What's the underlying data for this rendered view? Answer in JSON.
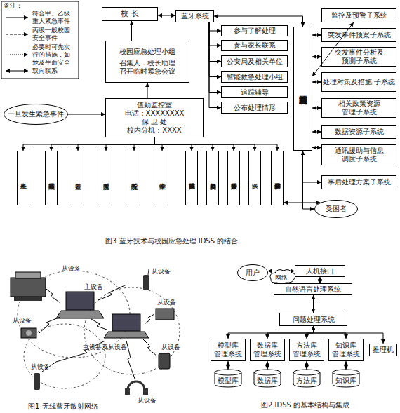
{
  "diagram": {
    "nodes": [
      {
        "text": [
          "校 长"
        ]
      },
      {
        "text": [
          "蓝牙系统"
        ]
      },
      {
        "text": [
          "参与了解处理"
        ]
      },
      {
        "text": [
          "参与家长联系"
        ]
      },
      {
        "text": [
          "公安局及相关单位"
        ]
      },
      {
        "text": [
          "智能救急处理小组"
        ]
      },
      {
        "text": [
          "追踪辅导"
        ]
      },
      {
        "text": [
          "公布处理情形"
        ]
      },
      {
        "text": [
          "校园应急处理小组",
          "召集人：校长助理 召开临时紧急会议"
        ]
      },
      {
        "text": [
          "校园应急智能决策支持系统"
        ]
      },
      {
        "text": [
          "监控及预警子系统"
        ]
      },
      {
        "text": [
          "突发事件预案子系统"
        ]
      },
      {
        "text": [
          "突发事件分析及 预测子系统"
        ]
      },
      {
        "text": [
          "处理对策及措施 子系统"
        ]
      },
      {
        "text": [
          "相关政策资源 管理子系统"
        ]
      },
      {
        "text": [
          "数据资源子系统"
        ]
      },
      {
        "text": [
          "通讯援助与信息 调度子系统"
        ]
      },
      {
        "text": [
          "事后处理方案子系统"
        ]
      },
      {
        "text": [
          "一旦发生紧急事件"
        ]
      },
      {
        "text": [
          "值勤监控室",
          "电话：XXXXXXXX",
          "保 卫 处",
          "校内分机：XXXX"
        ]
      },
      {
        "text": [
          "各班班长"
        ]
      },
      {
        "text": [
          "各院系辅导员"
        ]
      },
      {
        "text": [
          "各处室"
        ]
      },
      {
        "text": [
          "各院系主管"
        ]
      },
      {
        "text": [
          "各院系院长"
        ]
      },
      {
        "text": [
          "学生家长"
        ]
      },
      {
        "text": [
          "其他通报措施"
        ]
      },
      {
        "text": [
          "公安局及相关单位"
        ]
      },
      {
        "text": [
          "通报家长及教师"
        ]
      },
      {
        "text": [
          "送医"
        ]
      },
      {
        "text": [
          "参与了解协调处理"
        ]
      },
      {
        "text": [
          "受困者"
        ]
      },
      {
        "text": [
          "用户"
        ]
      },
      {
        "text": [
          "人机接口"
        ]
      },
      {
        "text": [
          "自然语言处理系统"
        ]
      },
      {
        "text": [
          "问题处理系统"
        ]
      },
      {
        "text": [
          "模型库 管理系统"
        ]
      },
      {
        "text": [
          "数据库 管理系统"
        ]
      },
      {
        "text": [
          "方法库 管理系统"
        ]
      },
      {
        "text": [
          "知识库 管理系统"
        ]
      },
      {
        "text": [
          "推理机"
        ]
      },
      {
        "text": [
          "模型库"
        ]
      },
      {
        "text": [
          "数据库"
        ]
      },
      {
        "text": [
          "方法库"
        ]
      },
      {
        "text": [
          "知识库"
        ]
      }
    ],
    "edges": [
      {
        "from": 18,
        "to": 19,
        "arrow": "to"
      },
      {
        "from": 19,
        "to": 8,
        "arrow": "to"
      },
      {
        "from": 8,
        "to": 0,
        "arrow": "to"
      },
      {
        "from": 0,
        "to": 1,
        "arrow": "both"
      },
      {
        "from": 1,
        "to": 2,
        "arrow": "to"
      },
      {
        "from": 1,
        "to": 3,
        "arrow": "to"
      },
      {
        "from": 1,
        "to": 4,
        "arrow": "to"
      },
      {
        "from": 1,
        "to": 5,
        "arrow": "to"
      },
      {
        "from": 1,
        "to": 6,
        "arrow": "to"
      },
      {
        "from": 1,
        "to": 7,
        "arrow": "to"
      },
      {
        "from": 1,
        "to": 9,
        "arrow": "both"
      },
      {
        "from": 9,
        "to": 10,
        "arrow": "both"
      },
      {
        "from": 9,
        "to": 11,
        "arrow": "both"
      },
      {
        "from": 9,
        "to": 12,
        "arrow": "both"
      },
      {
        "from": 9,
        "to": 13,
        "arrow": "both"
      },
      {
        "from": 9,
        "to": 14,
        "arrow": "both"
      },
      {
        "from": 9,
        "to": 15,
        "arrow": "both"
      },
      {
        "from": 9,
        "to": 16,
        "arrow": "both"
      },
      {
        "from": 9,
        "to": 17,
        "arrow": "both"
      },
      {
        "from": 19,
        "to": 20,
        "arrow": "to"
      },
      {
        "from": 19,
        "to": 21,
        "arrow": "to"
      },
      {
        "from": 19,
        "to": 22,
        "arrow": "to"
      },
      {
        "from": 19,
        "to": 23,
        "arrow": "to"
      },
      {
        "from": 19,
        "to": 24,
        "arrow": "to"
      },
      {
        "from": 19,
        "to": 25,
        "arrow": "to"
      },
      {
        "from": 19,
        "to": 26,
        "arrow": "to"
      },
      {
        "from": 19,
        "to": 27,
        "arrow": "to"
      },
      {
        "from": 19,
        "to": 28,
        "arrow": "to"
      },
      {
        "from": 19,
        "to": 29,
        "arrow": "to"
      },
      {
        "from": 19,
        "to": 30,
        "arrow": "to"
      },
      {
        "from": 9,
        "to": 31,
        "arrow": "to"
      },
      {
        "from": 30,
        "to": 31,
        "arrow": "both"
      },
      {
        "from": 32,
        "to": 33,
        "label": "网络",
        "arrow": "both"
      },
      {
        "from": 33,
        "to": 34,
        "arrow": "both"
      },
      {
        "from": 34,
        "to": 35,
        "arrow": "both"
      },
      {
        "from": 35,
        "to": 36,
        "arrow": "both"
      },
      {
        "from": 35,
        "to": 37,
        "arrow": "both"
      },
      {
        "from": 35,
        "to": 38,
        "arrow": "both"
      },
      {
        "from": 35,
        "to": 39,
        "arrow": "both"
      },
      {
        "from": 35,
        "to": 40,
        "arrow": "both"
      },
      {
        "from": 36,
        "to": 41,
        "arrow": "both"
      },
      {
        "from": 37,
        "to": 42,
        "arrow": "both"
      },
      {
        "from": 38,
        "to": 43,
        "arrow": "both"
      },
      {
        "from": 39,
        "to": 44,
        "arrow": "both"
      }
    ],
    "labels": [
      "备注：",
      "图3 蓝牙技术与校园应急处理 IDSS 的结合",
      "从设备",
      "从设备",
      "主设备",
      "从设备",
      "从设备",
      "主设备及从设备",
      "从设备",
      "从设备",
      "从设备",
      "图1 无线蓝牙散射网络",
      "图2 IDSS 的基本结构与集成"
    ],
    "legend": [
      {
        "text": "符合甲、乙级 重大紧急事件"
      },
      {
        "text": "丙级一般校园 安全事件"
      },
      {
        "text": "必要时可先实 行的措施，如 危及生命安全"
      },
      {
        "text": "双向联系"
      }
    ]
  }
}
